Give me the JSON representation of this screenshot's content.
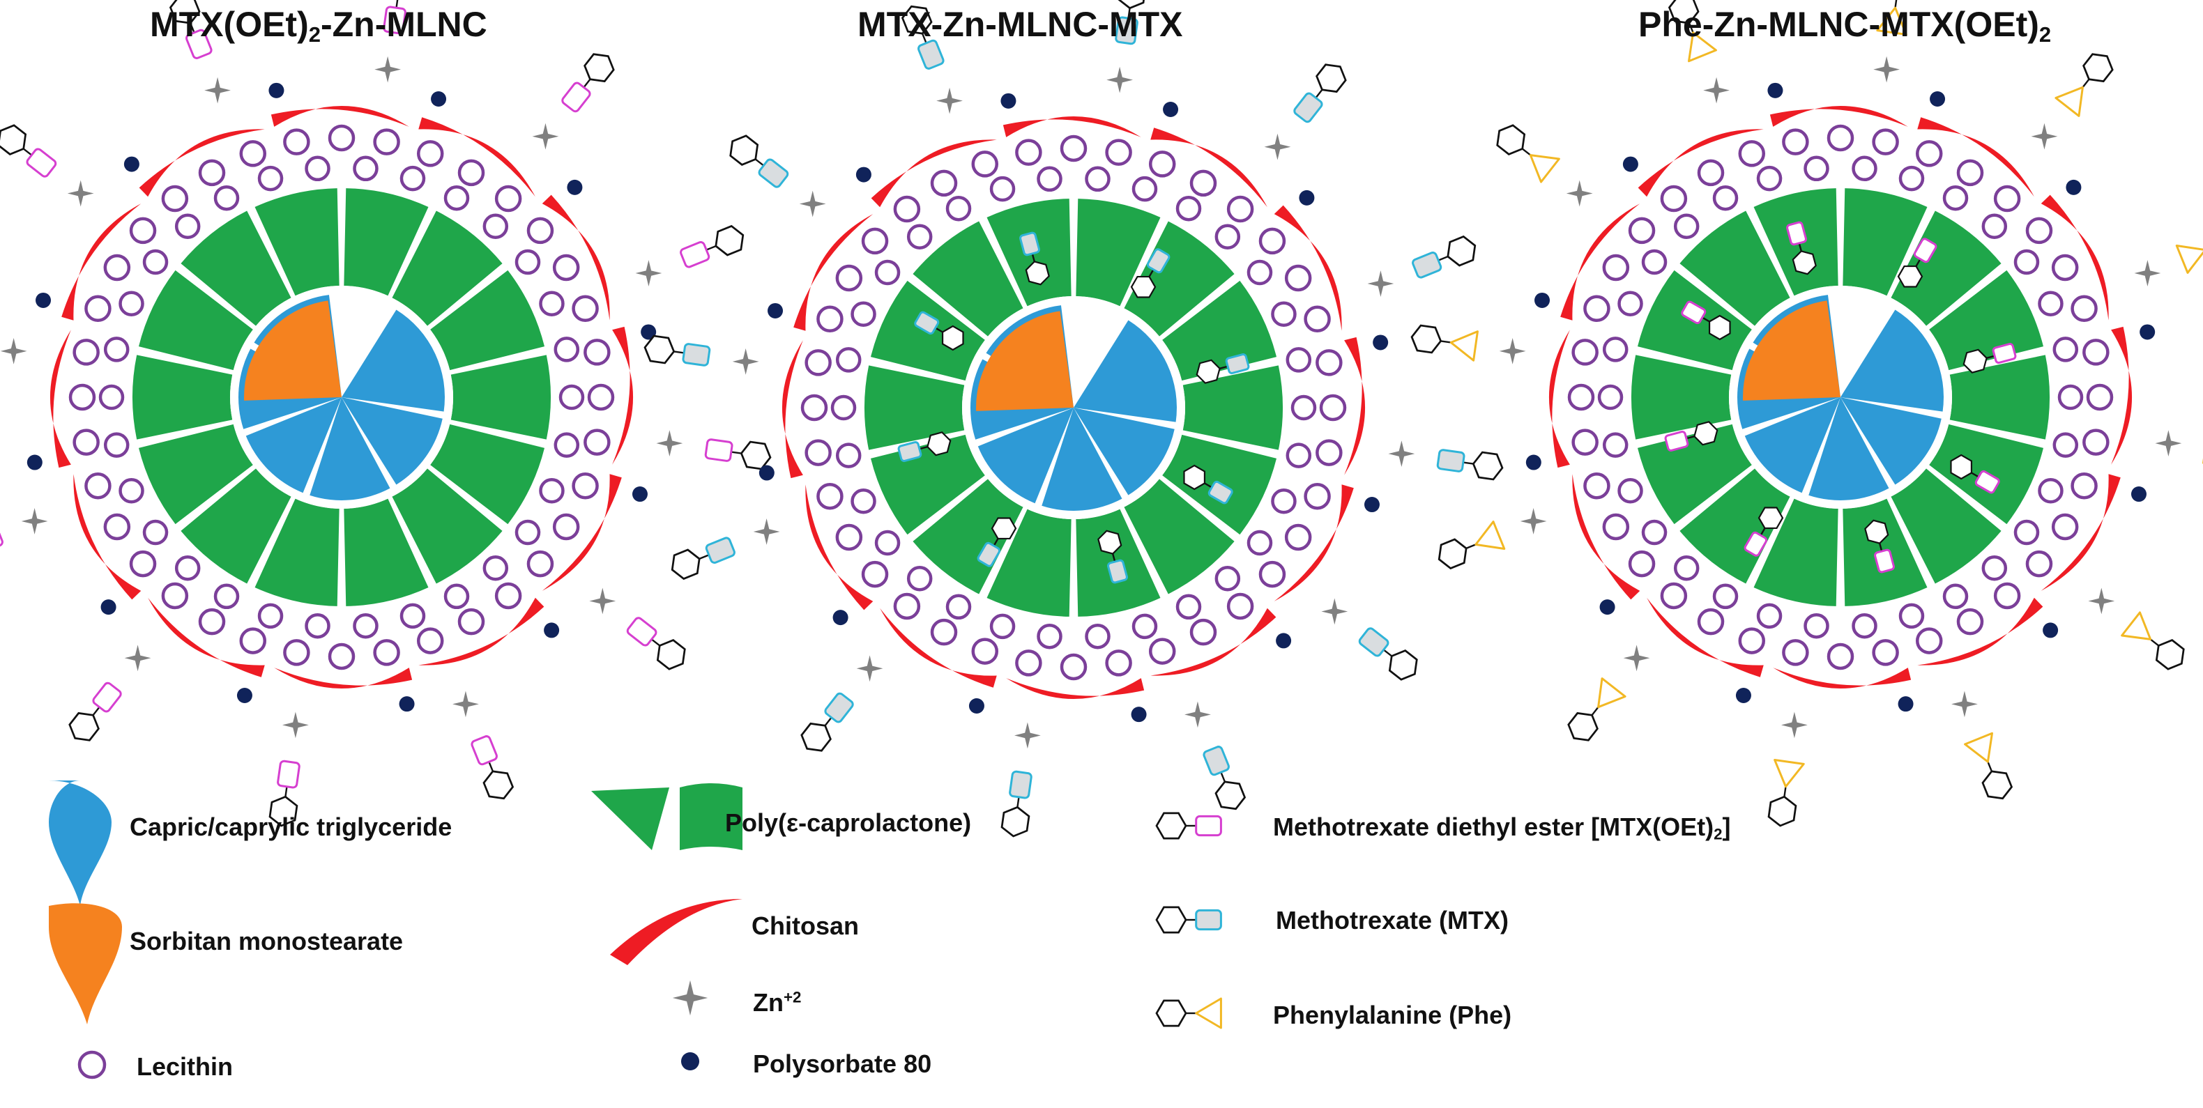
{
  "panels": [
    {
      "id": "p1",
      "title_pre": "MTX(OEt)",
      "title_sub": "2",
      "title_post": "-Zn-MLNC",
      "drug": "mtx-oet2",
      "inner_drug": false,
      "oil_count": 5,
      "orange_fraction_deg": 70
    },
    {
      "id": "p2",
      "title_pre": "MTX-Zn-MLNC-MTX",
      "title_sub": "",
      "title_post": "",
      "drug": "mtx",
      "inner_drug": "mtx",
      "oil_count": 5,
      "orange_fraction_deg": 70
    },
    {
      "id": "p3",
      "title_pre": "Phe-Zn-MLNC-MTX(OEt)",
      "title_sub": "2",
      "title_post": "",
      "drug": "phe",
      "inner_drug": "mtx-oet2",
      "oil_count": 5,
      "orange_fraction_deg": 70
    }
  ],
  "legend": {
    "capric": "Capric/caprylic triglyceride",
    "sorbitan": "Sorbitan monostearate",
    "lecithin": "Lecithin",
    "pcl": "Poly(ε-caprolactone)",
    "chitosan": "Chitosan",
    "zn_pre": "Zn",
    "zn_sup": "+2",
    "polysorbate": "Polysorbate 80",
    "mtxoet_pre": "Methotrexate diethyl ester [MTX(OEt)",
    "mtxoet_sub": "2",
    "mtxoet_post": "]",
    "mtx": "Methotrexate (MTX)",
    "phe": "Phenylalanine (Phe)"
  },
  "colors": {
    "oil_blue": "#2e9ad6",
    "sorbitan_orange": "#f5821f",
    "pcl_green": "#1fa64a",
    "chitosan_red": "#ee1c24",
    "lecithin_purple": "#7b3f99",
    "polysorbate_navy": "#10235a",
    "zn_gray": "#808080",
    "mtxoet_magenta": "#d63fd0",
    "mtx_cyan": "#2fb4d8",
    "mtx_fill": "#d9dde0",
    "phe_yellow": "#f2b824"
  }
}
